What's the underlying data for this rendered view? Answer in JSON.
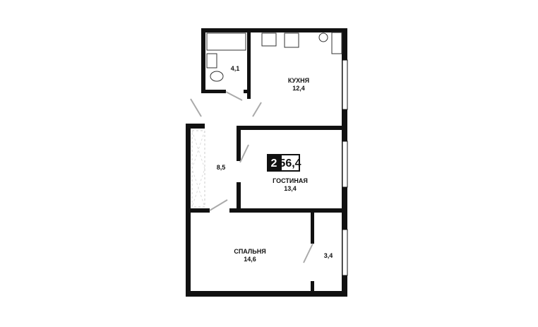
{
  "plan": {
    "rooms_count": "2",
    "total_area": "56,4",
    "rooms": [
      {
        "name": "",
        "area": "4,1"
      },
      {
        "name": "КУХНЯ",
        "area": "12,4"
      },
      {
        "name": "",
        "area": "8,5"
      },
      {
        "name": "ГОСТИНАЯ",
        "area": "13,4"
      },
      {
        "name": "СПАЛЬНЯ",
        "area": "14,6"
      },
      {
        "name": "",
        "area": "3,4"
      }
    ]
  }
}
